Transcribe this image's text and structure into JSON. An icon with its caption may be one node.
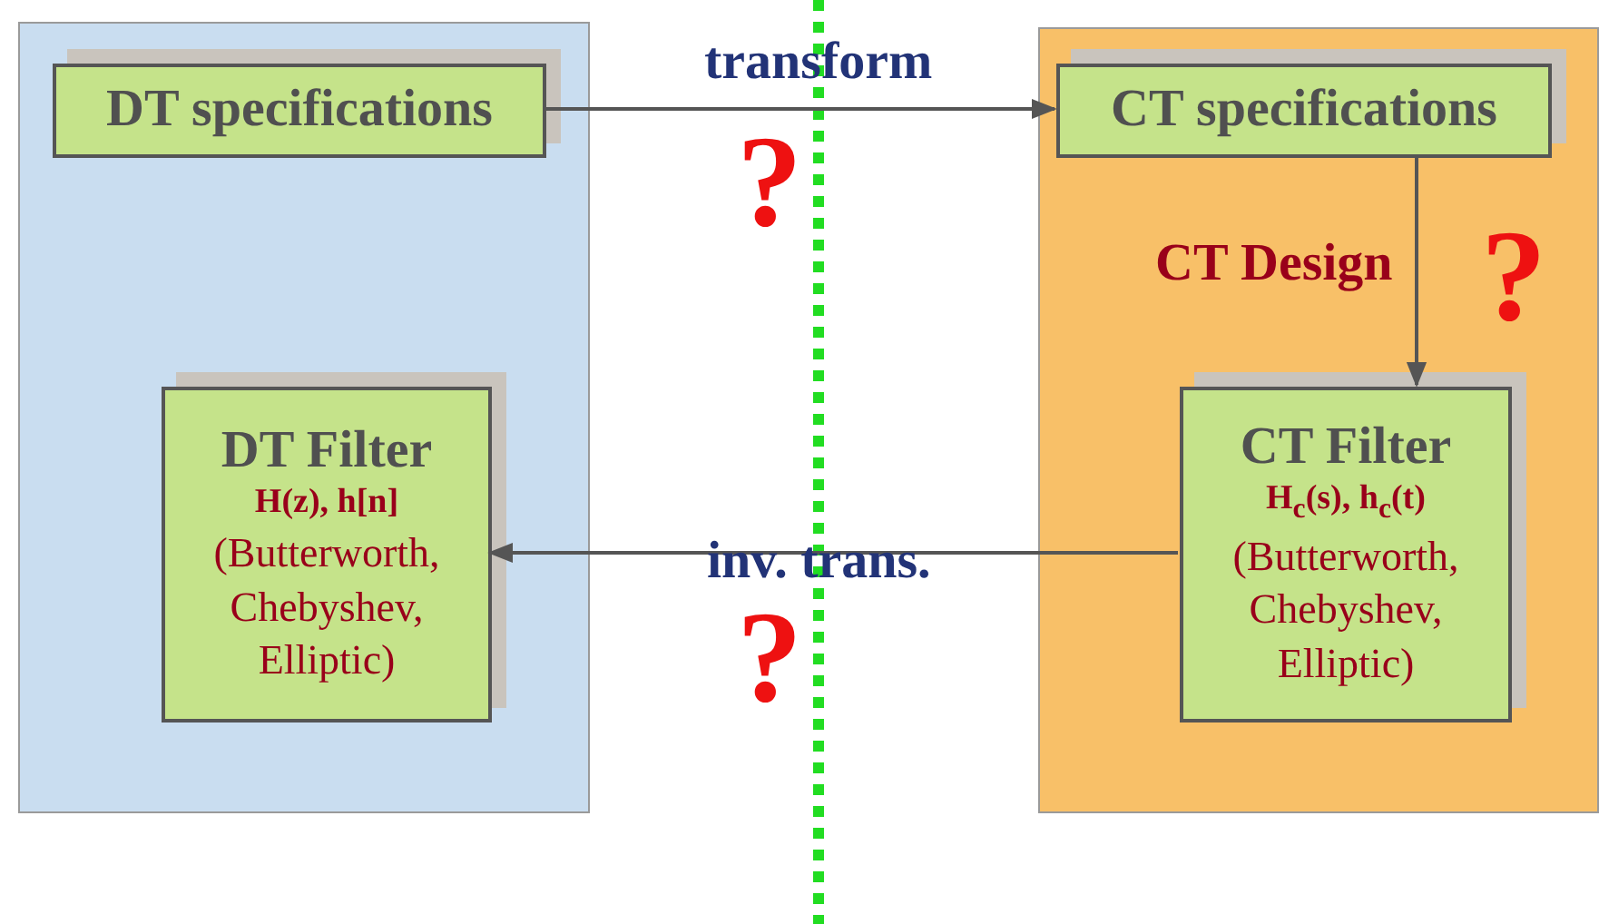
{
  "diagram": {
    "nodes": [
      {
        "text": [],
        "shape": "box"
      },
      {
        "text": [
          "DT specifications"
        ],
        "in": 0
      },
      {
        "text": [
          "DT Filter",
          "H(z), h[n]",
          "(Butterworth, Chebyshev, Elliptic)"
        ],
        "in": 0
      },
      {
        "text": [],
        "shape": "box"
      },
      {
        "text": [
          "CT specifications"
        ],
        "in": 3
      },
      {
        "text": [
          "CT Filter",
          "H$_{c}$(s), h$_{c}$(t)",
          "(Butterworth, Chebyshev, Elliptic)"
        ],
        "in": 3
      }
    ],
    "edges": [
      {
        "from": 1,
        "to": 4,
        "arrow": "to",
        "label": "transform"
      },
      {
        "from": 4,
        "to": 5,
        "arrow": "to",
        "label": "CT Design"
      },
      {
        "from": 5,
        "to": 2,
        "arrow": "to",
        "label": "inv. trans."
      }
    ],
    "labels": [
      "?",
      "?",
      "?"
    ]
  }
}
